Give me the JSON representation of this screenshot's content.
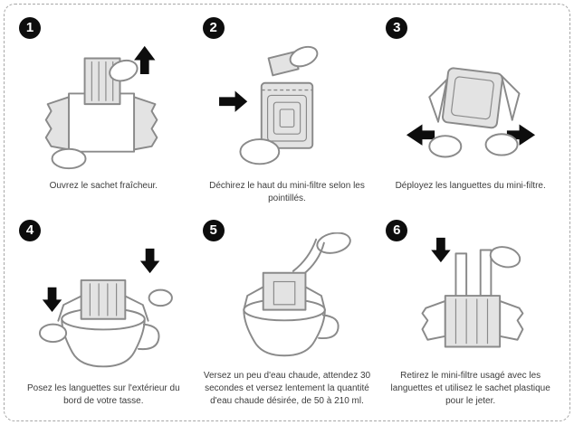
{
  "colors": {
    "ink": "#0d0d0d",
    "line": "#8a8a8a",
    "shade": "#e3e3e3",
    "caption_text": "#3c3c3c",
    "border": "#a8a8a8",
    "background": "#ffffff"
  },
  "steps": [
    {
      "number": "1",
      "caption": "Ouvrez le sachet fraîcheur.",
      "illustration": "hands pulling pleated mini-filter out of opened sachet, black arrow pointing up"
    },
    {
      "number": "2",
      "caption": "Déchirez le haut du mini-filtre selon les pointillés.",
      "illustration": "hand tearing strip off top of mini-filter along dotted line, black arrow pointing right"
    },
    {
      "number": "3",
      "caption": "Déployez les languettes du mini-filtre.",
      "illustration": "two hands unfolding side tabs of mini-filter, black arrows pointing left and right"
    },
    {
      "number": "4",
      "caption": "Posez les languettes sur l'extérieur du bord de votre tasse.",
      "illustration": "mini-filter tabs being set over the rim of a cup, two black arrows pointing down"
    },
    {
      "number": "5",
      "caption": "Versez un peu d'eau chaude, attendez 30 secondes et versez lentement la quantité d'eau chaude désirée, de 50 à 210 ml.",
      "illustration": "hot water poured from above into mini-filter sitting on cup"
    },
    {
      "number": "6",
      "caption": "Retirez le mini-filtre usagé avec les languettes et utilisez le sachet plastique pour le jeter.",
      "illustration": "hand lifting used mini-filter by its tabs over plastic sachet, black arrow pointing down"
    }
  ]
}
